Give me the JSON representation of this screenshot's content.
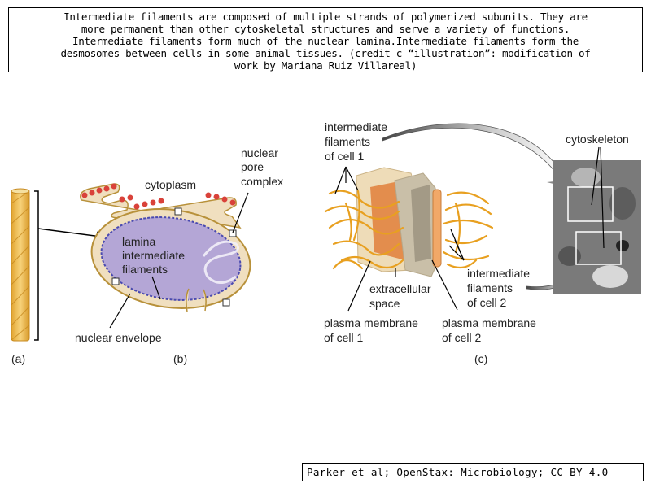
{
  "caption": {
    "lines": [
      "Intermediate filaments are composed of multiple strands of polymerized subunits. They are",
      "more permanent than other cytoskeletal structures and serve a variety of functions.",
      "Intermediate filaments form much of the nuclear lamina.Intermediate filaments form the",
      "desmosomes between cells in some animal tissues. (credit c “illustration”: modification of",
      "work by Mariana Ruiz Villareal)"
    ]
  },
  "credit": "Parker et al; OpenStax: Microbiology; CC-BY 4.0",
  "figure": {
    "panel_a": {
      "label": "(a)"
    },
    "panel_b": {
      "label": "(b)",
      "labels": {
        "cytoplasm": "cytoplasm",
        "npc": [
          "nuclear",
          "pore",
          "complex"
        ],
        "lamina": [
          "lamina",
          "intermediate",
          "filaments"
        ],
        "envelope": "nuclear envelope"
      }
    },
    "panel_c": {
      "label": "(c)",
      "labels": {
        "if_cell1": [
          "intermediate",
          "filaments",
          "of cell 1"
        ],
        "if_cell2": [
          "intermediate",
          "filaments",
          "of cell 2"
        ],
        "extracellular": [
          "extracellular",
          "space"
        ],
        "pm_cell1": [
          "plasma membrane",
          "of cell 1"
        ],
        "pm_cell2": [
          "plasma membrane",
          "of cell 2"
        ],
        "cytoskeleton": "cytoskeleton"
      }
    },
    "colors": {
      "filament_gold": "#e8a020",
      "envelope_fill": "#f0dfbf",
      "envelope_stroke": "#b8913a",
      "nucleus_fill": "#b4a6d6",
      "lamina_blue": "#4a4ab0",
      "ribosome_red": "#d9423a",
      "membrane_tan": "#e4d3b2",
      "micrograph_gray": "#7a7a7a"
    }
  }
}
